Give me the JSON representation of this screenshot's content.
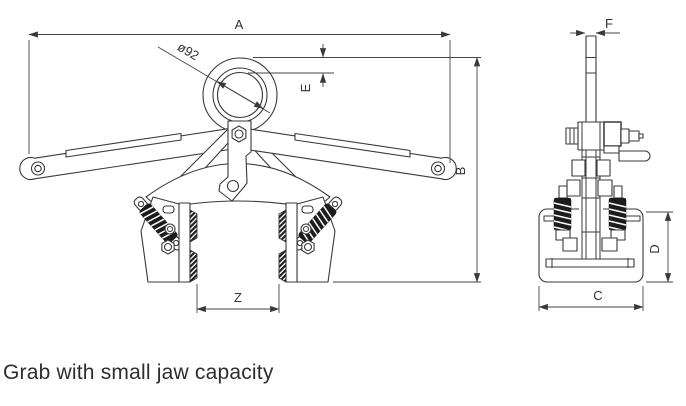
{
  "caption": "Grab with small jaw capacity",
  "drawing": {
    "ring_diameter_label": "ø92",
    "dimension_labels": {
      "overall_width": "A",
      "overall_height": "B",
      "base_width": "C",
      "base_height": "D",
      "ring_section": "E",
      "ring_thickness": "F",
      "jaw_opening": "Z"
    },
    "colors": {
      "line": "#3a3a3a",
      "hatch": "#1c1c1c",
      "text": "#333333",
      "background": "#ffffff"
    }
  }
}
